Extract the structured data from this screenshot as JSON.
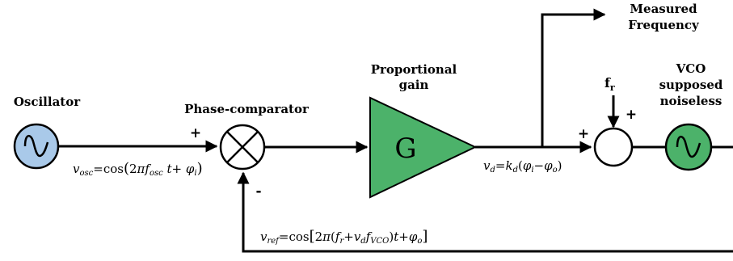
{
  "labels": {
    "oscillator": "Oscillator",
    "phase_comparator": "Phase-comparator",
    "gain_line1": "Proportional",
    "gain_line2": "gain",
    "gain_symbol": "G",
    "measured_line1": "Measured",
    "measured_line2": "Frequency",
    "vco_line1": "VCO",
    "vco_line2": "supposed",
    "vco_line3": "noiseless"
  },
  "signs": {
    "comparator_plus": "+",
    "comparator_minus": "-",
    "summer_plus_left": "+",
    "summer_plus_top": "+"
  },
  "equations": {
    "v_osc": "v_osc = cos(2πf_osc t + φ_i)",
    "v_d": "v_d = k_d(φ_i − φ_o)",
    "v_ref": "v_ref = cos[2π(f_r + v_d f_VCO)t + φ_o]",
    "f_r": "f_r"
  },
  "colors": {
    "oscillator_fill": "#a9c9e9",
    "gain_fill": "#4cb26a",
    "vco_fill": "#4cb26a",
    "line": "#000000"
  }
}
